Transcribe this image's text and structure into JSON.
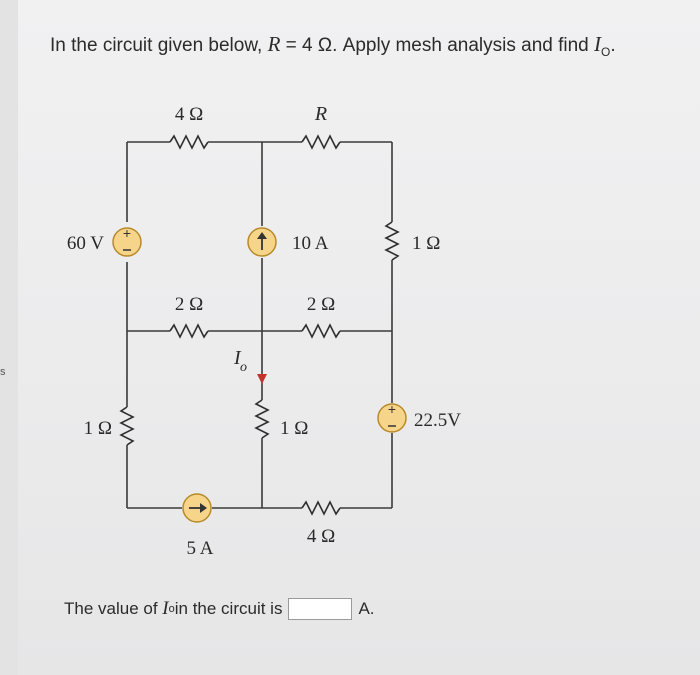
{
  "question": {
    "prefix": "In the circuit given below, ",
    "var_r": "R",
    "middle": " = 4 Ω. Apply mesh analysis and find ",
    "var_io": "I",
    "sub_o": "O",
    "suffix": "."
  },
  "edge_label": "s",
  "circuit": {
    "labels": {
      "r_top_left": "4 Ω",
      "r_top_right": "R",
      "v_left": "60 V",
      "i_mid": "10 A",
      "r_right": "1 Ω",
      "r_mid_left": "2 Ω",
      "r_mid_right": "2 Ω",
      "io_main": "I",
      "io_sub": "o",
      "r_bottom_left": "1 Ω",
      "r_center": "1 Ω",
      "v_right": "22.5V",
      "i_bottom": "5 A",
      "r_bottom_right": "4 Ω"
    }
  },
  "answer": {
    "prefix": "The value of ",
    "var": "I",
    "sub": "o",
    "middle": " in the circuit is",
    "unit": "A."
  }
}
